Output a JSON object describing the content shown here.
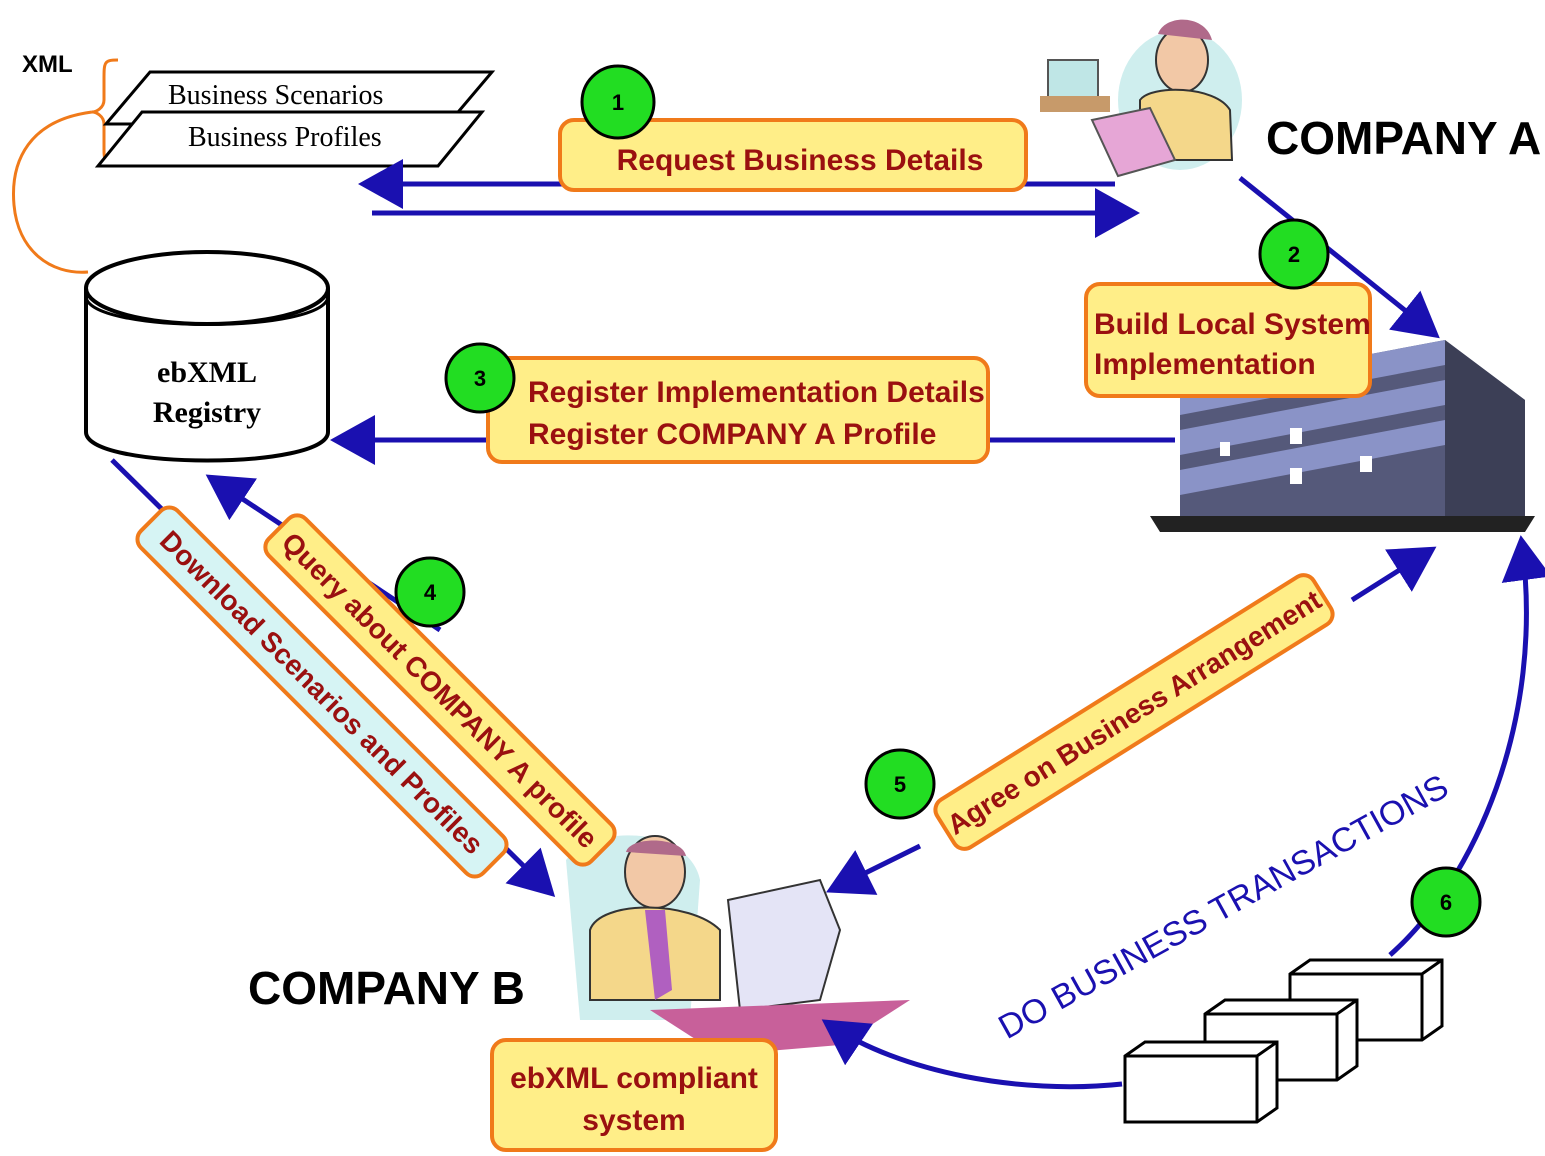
{
  "xml_label": "XML",
  "documents": {
    "scenarios": "Business Scenarios",
    "profiles": "Business Profiles"
  },
  "registry": {
    "line1": "ebXML",
    "line2": "Registry"
  },
  "company_a": "COMPANY A",
  "company_b": "COMPANY B",
  "steps": [
    {
      "number": "1",
      "label": "Request Business Details"
    },
    {
      "number": "2",
      "line1": "Build Local System",
      "line2": "Implementation"
    },
    {
      "number": "3",
      "line1": "Register Implementation Details",
      "line2": "Register COMPANY A  Profile"
    },
    {
      "number": "4",
      "label": "Query about COMPANY A profile",
      "download": "Download  Scenarios and Profiles"
    },
    {
      "number": "5",
      "label": "Agree on Business Arrangement"
    },
    {
      "number": "6",
      "label": "DO BUSINESS TRANSACTIONS"
    }
  ],
  "compliant": {
    "line1": "ebXML compliant",
    "line2": "system"
  },
  "colors": {
    "arrow": "#1a10b0",
    "label_box": "#ffee88",
    "label_border": "#f07a1a",
    "bubble": "#22dd22",
    "label_text": "#9a1010"
  }
}
